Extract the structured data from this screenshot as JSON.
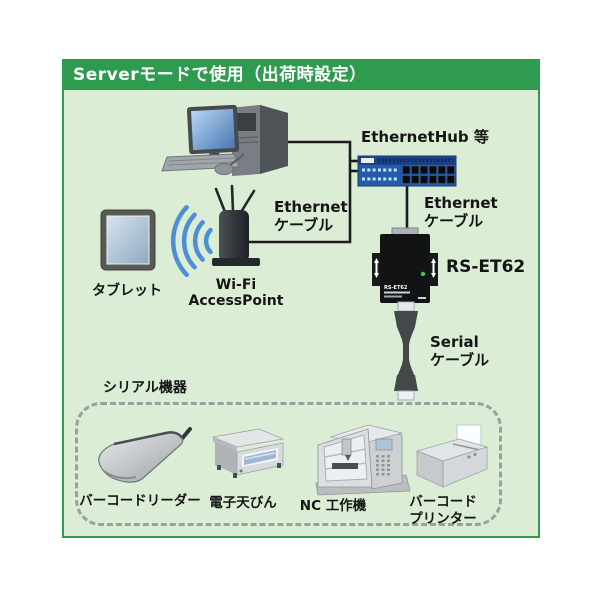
{
  "window": {
    "title": "Serverモードで使用（出荷時設定）"
  },
  "colors": {
    "frame_green": "#2E9B4F",
    "panel_background": "#DCEDD6",
    "hub_blue": "#2559AC",
    "wifi_wave_blue": "#4C8FD6",
    "label_text": "#141414"
  },
  "nodes": {
    "ethernet_hub": {
      "label": "EthernetHub 等"
    },
    "tablet": {
      "label": "タブレット"
    },
    "access_point": {
      "label_line1": "Wi-Fi",
      "label_line2": "AccessPoint"
    },
    "converter": {
      "label": "RS-ET62",
      "face_text": "RS-ET62"
    }
  },
  "cables": {
    "ethernet_left": {
      "line1": "Ethernet",
      "line2": "ケーブル"
    },
    "ethernet_right": {
      "line1": "Ethernet",
      "line2": "ケーブル"
    },
    "serial": {
      "line1": "Serial",
      "line2": "ケーブル"
    }
  },
  "serial_group": {
    "label": "シリアル機器",
    "items": [
      {
        "label": "バーコードリーダー"
      },
      {
        "label": "電子天びん"
      },
      {
        "label": "NC 工作機"
      },
      {
        "label_line1": "バーコード",
        "label_line2": "プリンター"
      }
    ]
  }
}
